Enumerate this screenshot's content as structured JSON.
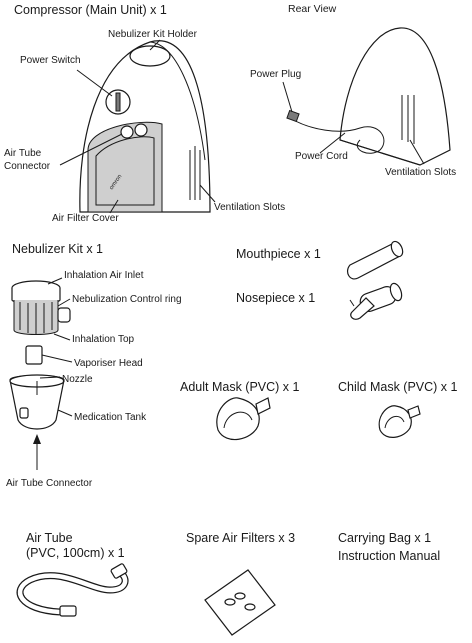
{
  "main_unit": {
    "title": "Compressor (Main Unit) x 1",
    "rear_title": "Rear View",
    "labels": {
      "kit_holder": "Nebulizer Kit Holder",
      "power_switch": "Power Switch",
      "air_tube_connector": "Air Tube\nConnector",
      "air_filter_cover": "Air Filter Cover",
      "vent_front": "Ventilation Slots",
      "power_plug": "Power Plug",
      "power_cord": "Power Cord",
      "vent_rear": "Ventilation Slots",
      "brand": "omron"
    }
  },
  "nebulizer_kit": {
    "title": "Nebulizer Kit x 1",
    "labels": {
      "inhalation_air_inlet": "Inhalation Air Inlet",
      "nebulization_control_ring": "Nebulization Control ring",
      "inhalation_top": "Inhalation Top",
      "vaporiser_head": "Vaporiser Head",
      "nozzle": "Nozzle",
      "medication_tank": "Medication Tank",
      "air_tube_connector": "Air Tube Connector"
    }
  },
  "mouthpiece": {
    "title": "Mouthpiece x 1"
  },
  "nosepiece": {
    "title": "Nosepiece x 1"
  },
  "adult_mask": {
    "title": "Adult Mask (PVC) x 1"
  },
  "child_mask": {
    "title": "Child Mask (PVC) x 1"
  },
  "air_tube": {
    "title_line1": "Air Tube",
    "title_line2": "(PVC, 100cm) x 1"
  },
  "spare_filters": {
    "title": "Spare Air Filters x 3"
  },
  "carrying_bag": {
    "title": "Carrying Bag x 1",
    "manual": "Instruction Manual"
  }
}
